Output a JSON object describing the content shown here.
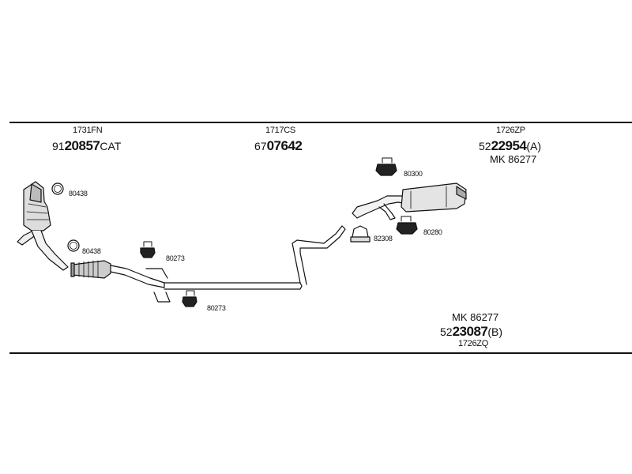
{
  "groups": {
    "front": {
      "ref": "1731FN",
      "code_prefix": "91",
      "code_bold": "20857",
      "code_suffix": "CAT"
    },
    "middle": {
      "ref": "1717CS",
      "code_prefix": "67",
      "code_bold": "07642",
      "code_suffix": ""
    },
    "rear_a": {
      "ref": "1726ZP",
      "code_prefix": "52",
      "code_bold": "22954",
      "code_suffix": "(A)",
      "kit": "MK 86277"
    },
    "rear_b": {
      "ref": "1726ZQ",
      "code_prefix": "52",
      "code_bold": "23087",
      "code_suffix": "(B)",
      "kit": "MK 86277"
    }
  },
  "parts": {
    "clamp_top": "80438",
    "clamp_lower": "80438",
    "hanger_front": "80273",
    "hanger_front_lower": "80273",
    "hanger_rear_top": "80300",
    "clamp_rear": "82308",
    "hanger_rear": "80280"
  }
}
